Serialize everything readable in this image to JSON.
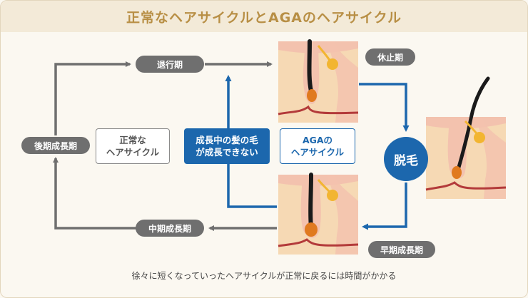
{
  "title": "正常なヘアサイクルとAGAのヘアサイクル",
  "phases": {
    "catagen": "退行期",
    "telogen": "休止期",
    "late_anagen": "後期成長期",
    "mid_anagen": "中期成長期",
    "early_anagen": "早期成長期"
  },
  "shedding": "脱毛",
  "normal_cycle": {
    "line1": "正常な",
    "line2": "ヘアサイクル"
  },
  "aga_cycle": {
    "line1": "AGAの",
    "line2": "ヘアサイクル"
  },
  "aga_note": {
    "line1": "成長中の髪の毛",
    "line2": "が成長できない"
  },
  "footer": "徐々に短くなっていったヘアサイクルが正常に戻るには時間がかかる",
  "colors": {
    "normal_arrow": "#6f6f6f",
    "aga_arrow": "#1c67ad",
    "header_text": "#b88f45",
    "skin": "#f6d9b4",
    "skin_band": "#f3c2ae",
    "blood_vessel": "#b33a3a",
    "bulb": "#e07a1f",
    "sebaceous_gland": "#f2b531"
  }
}
